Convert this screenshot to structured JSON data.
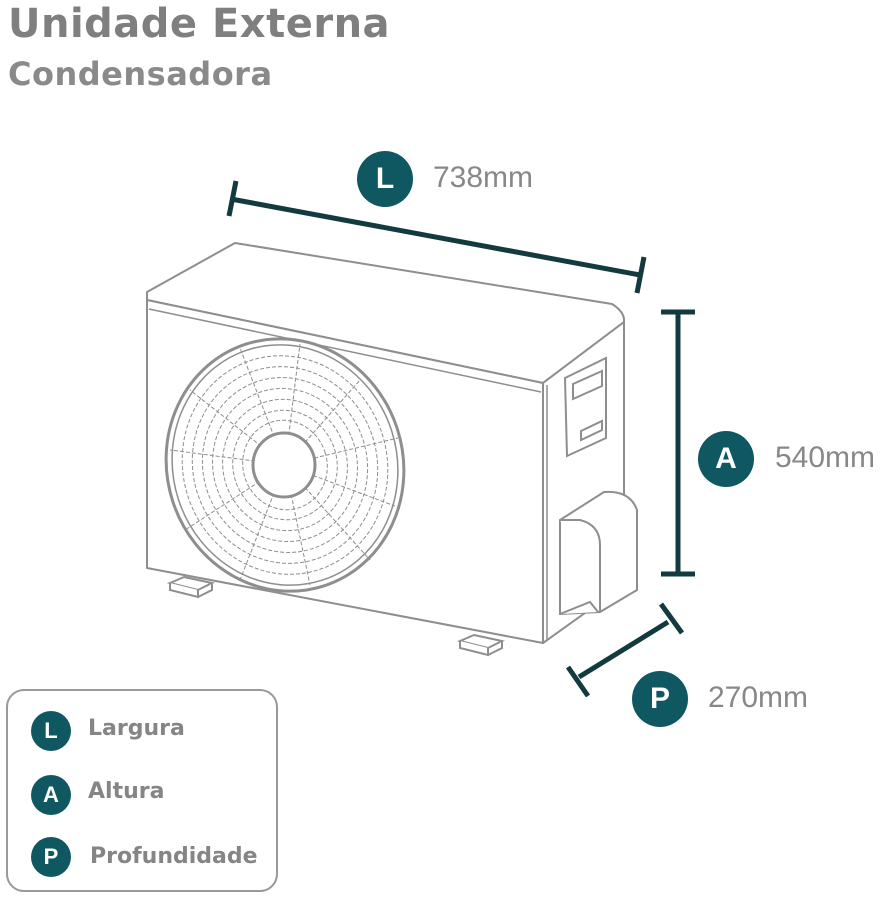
{
  "header": {
    "title": "Unidade Externa",
    "subtitle": "Condensadora"
  },
  "colors": {
    "accent": "#0f5861",
    "text_gray": "#7f7f7f",
    "line_gray": "#9a9a9a",
    "dimension_line": "#123a3f"
  },
  "dimensions": {
    "width": {
      "letter": "L",
      "value": "738mm"
    },
    "height": {
      "letter": "A",
      "value": "540mm"
    },
    "depth": {
      "letter": "P",
      "value": "270mm"
    }
  },
  "legend": {
    "items": [
      {
        "letter": "L",
        "label": "Largura"
      },
      {
        "letter": "A",
        "label": "Altura"
      },
      {
        "letter": "P",
        "label": "Profundidade"
      }
    ]
  },
  "illustration": {
    "subject": "air-conditioner-outdoor-unit",
    "icon": "condenser-unit-line-drawing"
  }
}
